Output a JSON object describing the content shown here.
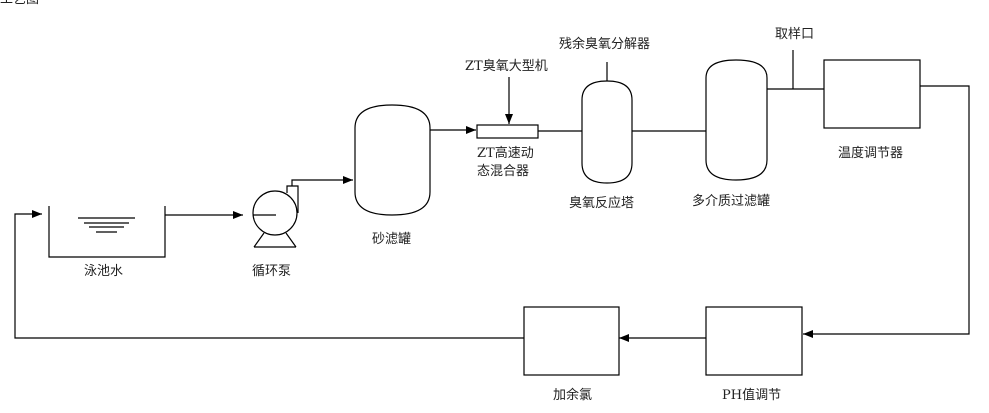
{
  "title_fragment": "工艺图",
  "labels": {
    "pool": "泳池水",
    "pump": "循环泵",
    "sand_filter": "砂滤罐",
    "ozone_machine": "ZT臭氧大型机",
    "mixer_line1": "ZT高速动",
    "mixer_line2": "态混合器",
    "residual_decomposer": "残余臭氧分解器",
    "reaction_tower": "臭氧反应塔",
    "multimedia_filter": "多介质过滤罐",
    "sample_port": "取样口",
    "temp_regulator": "温度调节器",
    "ph_adjust": "PH值调节",
    "chlorine": "加余氯"
  }
}
